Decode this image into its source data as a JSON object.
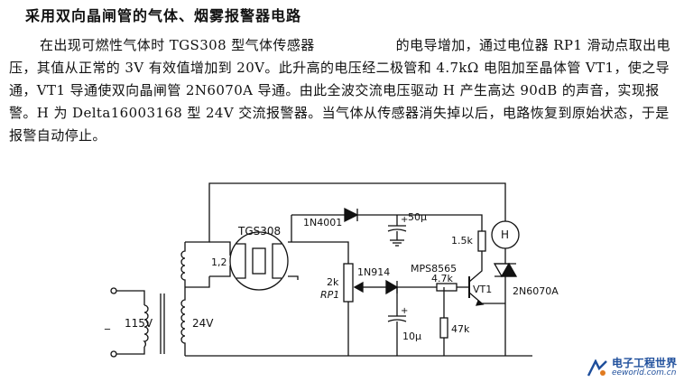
{
  "title": "采用双向晶闸管的气体、烟雾报警器电路",
  "paragraph": {
    "part1": "在出现可燃性气体时 TGS308 型气体传感器",
    "part2": "的电导增加，通过电位器 RP1 滑动点取出电压，其值从正常的 3V 有效值增加到 20V。此升高的电压经二极管和 4.7kΩ 电阻加至晶体管 VT1，使之导通，VT1 导通使双向晶闸管 2N6070A 导通。由此全波交流电压驱动 H 产生高达 90dB 的声音，实现报警。H 为 Delta16003168 型 24V 交流报警器。当气体从传感器消失掉以后，电路恢复到原始状态，于是报警自动停止。"
  },
  "circuit": {
    "labels": {
      "primary_voltage": "115V",
      "secondary_voltage": "24V",
      "sensor": "TGS308",
      "sensor_pins": "1,2",
      "diode_top": "1N4001",
      "cap_top": "50μ",
      "res_15k": "1.5k",
      "horn": "H",
      "pot_value": "2k",
      "pot_name": "RP1",
      "diode_small": "1N914",
      "transistor_type": "MPS8565",
      "res_47k_series": "4.7k",
      "transistor": "VT1",
      "triac": "2N6070A",
      "cap_bottom": "10μ",
      "res_47k": "47k",
      "plus": "+"
    }
  },
  "watermark": {
    "cn": "电子工程世界",
    "url": "eeworld.com.cn"
  }
}
